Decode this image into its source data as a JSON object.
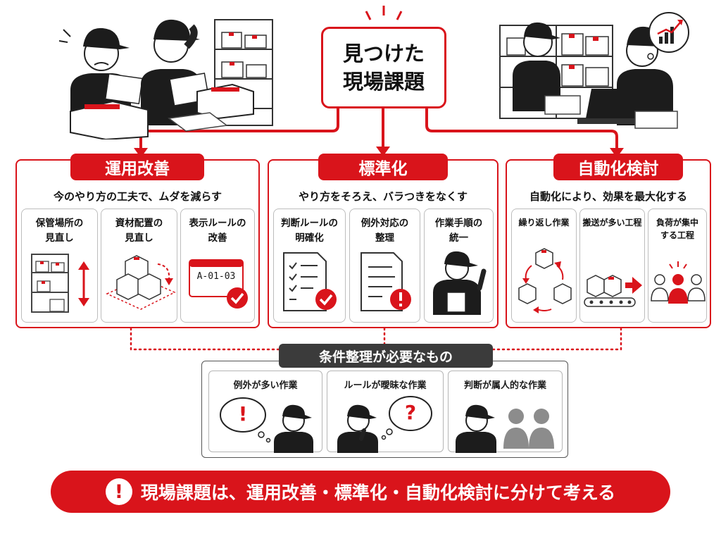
{
  "title": {
    "line1": "見つけた",
    "line2": "現場課題"
  },
  "categories": [
    {
      "tag": "運用改善",
      "subtitle": "今のやり方の工夫で、ムダを減らす",
      "cards": [
        {
          "line1": "保管場所の",
          "line2": "見直し"
        },
        {
          "line1": "資材配置の",
          "line2": "見直し"
        },
        {
          "line1": "表示ルールの",
          "line2": "改善"
        }
      ],
      "location_label": "A-01-03"
    },
    {
      "tag": "標準化",
      "subtitle": "やり方をそろえ、バラつきをなくす",
      "cards": [
        {
          "line1": "判断ルールの",
          "line2": "明確化"
        },
        {
          "line1": "例外対応の",
          "line2": "整理"
        },
        {
          "line1": "作業手順の",
          "line2": "統一"
        }
      ]
    },
    {
      "tag": "自動化検討",
      "subtitle": "自動化により、効果を最大化する",
      "cards": [
        {
          "line1": "繰り返し作業",
          "line2": ""
        },
        {
          "line1": "搬送が多い工程",
          "line2": ""
        },
        {
          "line1": "負荷が集中",
          "line2": "する工程"
        }
      ]
    }
  ],
  "conditions": {
    "tag": "条件整理が必要なもの",
    "cards": [
      {
        "label": "例外が多い作業",
        "mark": "!"
      },
      {
        "label": "ルールが曖昧な作業",
        "mark": "?"
      },
      {
        "label": "判断が属人的な作業"
      }
    ]
  },
  "banner": {
    "icon": "!",
    "text": "現場課題は、運用改善・標準化・自動化検討に分けて考える"
  },
  "colors": {
    "accent": "#d9141b",
    "dark": "#3b3b3b"
  },
  "icons": [
    "worker-icon",
    "box-icon",
    "shelf-icon",
    "laptop-icon",
    "chart-icon",
    "checklist-icon",
    "document-icon",
    "alert-icon",
    "conveyor-icon",
    "people-icon",
    "cycle-icon",
    "thought-bubble-icon"
  ]
}
